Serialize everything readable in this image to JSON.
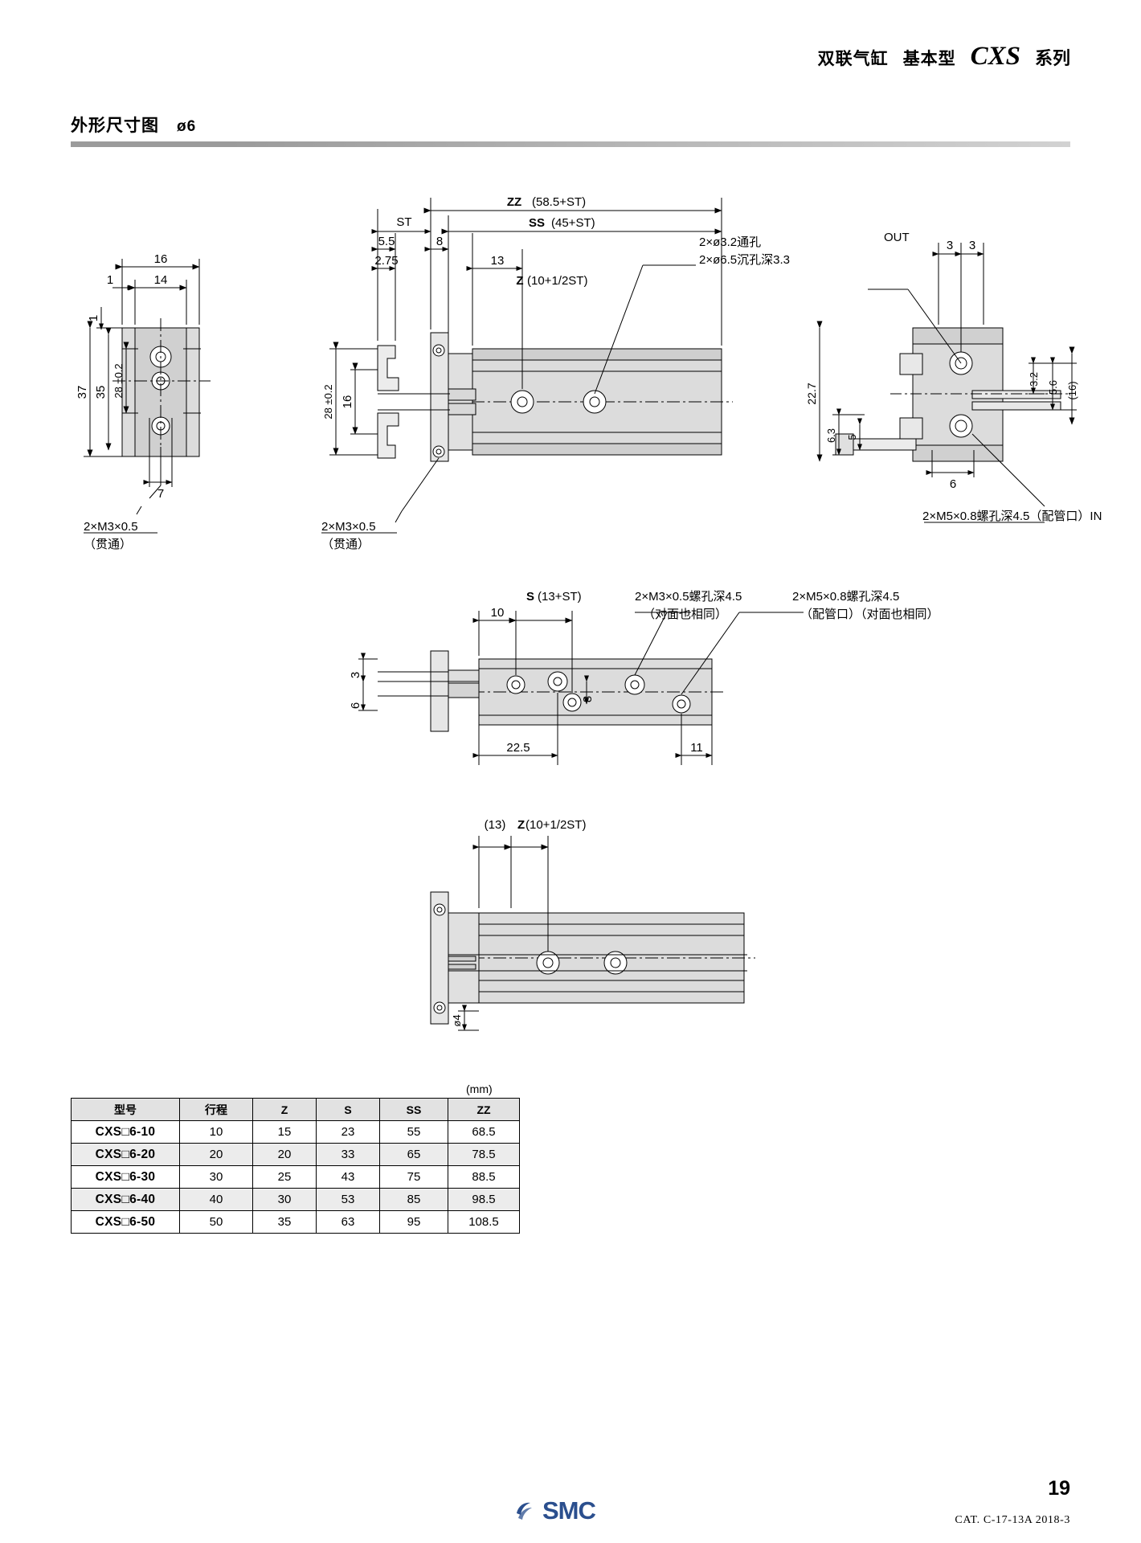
{
  "header": {
    "title_cn": "双联气缸",
    "subtitle_cn": "基本型",
    "series_mark": "CXS",
    "series_word": "系列"
  },
  "section": {
    "title": "外形尺寸图",
    "diameter": "ø6"
  },
  "drawing": {
    "front_view": {
      "dims": [
        "16",
        "14",
        "1",
        "1",
        "37",
        "35",
        "28 ±0.2",
        "7"
      ],
      "note": "2×M3×0.5",
      "note_sub": "（贯通）"
    },
    "side_view": {
      "dims": [
        "ST",
        "5.5",
        "2.75",
        "8",
        "13",
        "16",
        "28 ±0.2"
      ],
      "zz": "ZZ",
      "zz_val": "(58.5+ST)",
      "ss": "SS",
      "ss_val": "(45+ST)",
      "z": "Z",
      "z_val": "(10+1/2ST)",
      "hole_note1": "2×ø3.2通孔",
      "hole_note2": "2×ø6.5沉孔深3.3",
      "note": "2×M3×0.5",
      "note_sub": "（贯通）"
    },
    "end_view": {
      "out_label": "OUT",
      "dims": [
        "3",
        "3",
        "3.2",
        "5.6",
        "(16)",
        "22.7",
        "6.3",
        "5",
        "6"
      ],
      "port_note": "2×M5×0.8螺孔深4.5（配管口）IN"
    },
    "top_view": {
      "dims": [
        "10",
        "3",
        "6",
        "8",
        "22.5",
        "11"
      ],
      "s": "S",
      "s_val": "(13+ST)",
      "note_a1": "2×M3×0.5螺孔深4.5",
      "note_a2": "（对面也相同）",
      "note_b1": "2×M5×0.8螺孔深4.5",
      "note_b2": "（配管口）（对面也相同）"
    },
    "bottom_view": {
      "dim_13": "(13)",
      "z": "Z",
      "z_val": "(10+1/2ST)",
      "dim_o4": "ø4"
    }
  },
  "table": {
    "unit": "(mm)",
    "headers": [
      "型号",
      "行程",
      "Z",
      "S",
      "SS",
      "ZZ"
    ],
    "rows": [
      {
        "model": "CXS□6-10",
        "stroke": "10",
        "z": "15",
        "s": "23",
        "ss": "55",
        "zz": "68.5"
      },
      {
        "model": "CXS□6-20",
        "stroke": "20",
        "z": "20",
        "s": "33",
        "ss": "65",
        "zz": "78.5"
      },
      {
        "model": "CXS□6-30",
        "stroke": "30",
        "z": "25",
        "s": "43",
        "ss": "75",
        "zz": "88.5"
      },
      {
        "model": "CXS□6-40",
        "stroke": "40",
        "z": "30",
        "s": "53",
        "ss": "85",
        "zz": "98.5"
      },
      {
        "model": "CXS□6-50",
        "stroke": "50",
        "z": "35",
        "s": "63",
        "ss": "95",
        "zz": "108.5"
      }
    ]
  },
  "footer": {
    "logo_text": "SMC",
    "page_number": "19",
    "catalog": "CAT. C-17-13A  2018-3"
  }
}
